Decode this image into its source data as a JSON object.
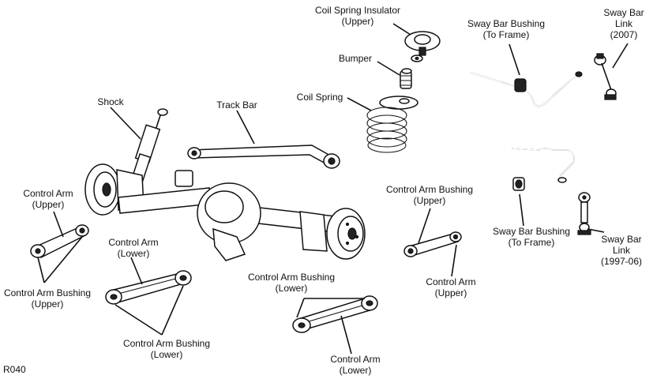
{
  "figure_code": "R040",
  "labels": {
    "coil_spring_insulator": [
      "Coil Spring Insulator",
      "(Upper)"
    ],
    "bumper": [
      "Bumper"
    ],
    "coil_spring": [
      "Coil Spring"
    ],
    "sway_bar_bushing_top": [
      "Sway Bar Bushing",
      "(To Frame)"
    ],
    "sway_bar_link_2007": [
      "Sway Bar",
      "Link",
      "(2007)"
    ],
    "shock": [
      "Shock"
    ],
    "track_bar": [
      "Track Bar"
    ],
    "control_arm_upper_left": [
      "Control Arm",
      "(Upper)"
    ],
    "control_arm_bushing_upper_right": [
      "Control Arm Bushing",
      "(Upper)"
    ],
    "sway_bar_bushing_bottom": [
      "Sway Bar Bushing",
      "(To Frame)"
    ],
    "sway_bar_link_1997": [
      "Sway Bar",
      "Link",
      "(1997-06)"
    ],
    "control_arm_lower_left": [
      "Control Arm",
      "(Lower)"
    ],
    "control_arm_bushing_upper_left": [
      "Control Arm Bushing",
      "(Upper)"
    ],
    "control_arm_bushing_lower_center": [
      "Control Arm Bushing",
      "(Lower)"
    ],
    "control_arm_upper_right": [
      "Control Arm",
      "(Upper)"
    ],
    "control_arm_bushing_lower_left": [
      "Control Arm Bushing",
      "(Lower)"
    ],
    "control_arm_lower_right": [
      "Control Arm",
      "(Lower)"
    ]
  }
}
